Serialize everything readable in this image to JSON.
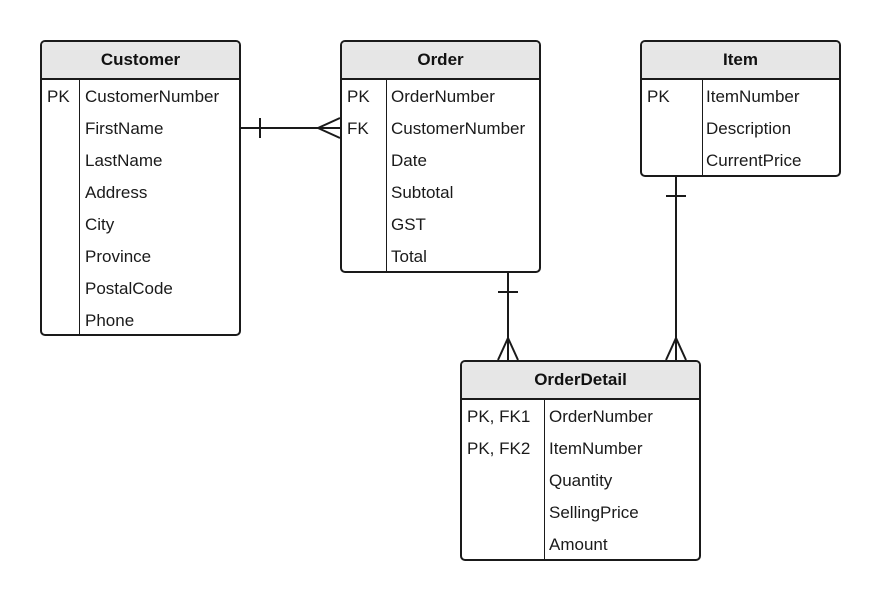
{
  "entities": {
    "customer": {
      "title": "Customer",
      "rows": [
        {
          "key": "PK",
          "attr": "CustomerNumber"
        },
        {
          "key": "",
          "attr": "FirstName"
        },
        {
          "key": "",
          "attr": "LastName"
        },
        {
          "key": "",
          "attr": "Address"
        },
        {
          "key": "",
          "attr": "City"
        },
        {
          "key": "",
          "attr": "Province"
        },
        {
          "key": "",
          "attr": "PostalCode"
        },
        {
          "key": "",
          "attr": "Phone"
        }
      ]
    },
    "order": {
      "title": "Order",
      "rows": [
        {
          "key": "PK",
          "attr": "OrderNumber"
        },
        {
          "key": "FK",
          "attr": "CustomerNumber"
        },
        {
          "key": "",
          "attr": "Date"
        },
        {
          "key": "",
          "attr": "Subtotal"
        },
        {
          "key": "",
          "attr": "GST"
        },
        {
          "key": "",
          "attr": "Total"
        }
      ]
    },
    "item": {
      "title": "Item",
      "rows": [
        {
          "key": "PK",
          "attr": "ItemNumber"
        },
        {
          "key": "",
          "attr": "Description"
        },
        {
          "key": "",
          "attr": "CurrentPrice"
        }
      ]
    },
    "orderdetail": {
      "title": "OrderDetail",
      "rows": [
        {
          "key": "PK, FK1",
          "attr": "OrderNumber"
        },
        {
          "key": "PK, FK2",
          "attr": "ItemNumber"
        },
        {
          "key": "",
          "attr": "Quantity"
        },
        {
          "key": "",
          "attr": "SellingPrice"
        },
        {
          "key": "",
          "attr": "Amount"
        }
      ]
    }
  },
  "relationships": [
    {
      "from": "Customer",
      "to": "Order",
      "from_cardinality": "one",
      "to_cardinality": "many"
    },
    {
      "from": "Order",
      "to": "OrderDetail",
      "from_cardinality": "one",
      "to_cardinality": "many"
    },
    {
      "from": "Item",
      "to": "OrderDetail",
      "from_cardinality": "one",
      "to_cardinality": "many"
    }
  ],
  "colors": {
    "header_fill": "#e6e6e6",
    "stroke": "#1a1a1a",
    "background": "#ffffff"
  }
}
